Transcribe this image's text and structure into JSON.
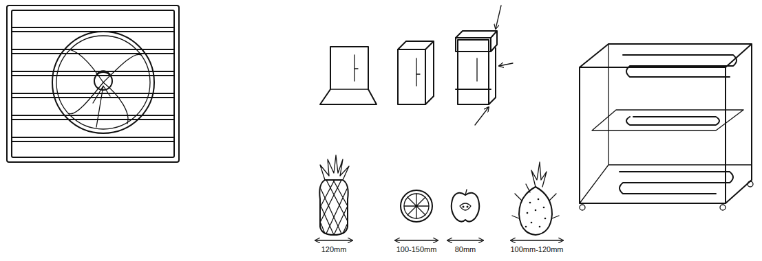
{
  "diagram": {
    "labels": [
      "120mm",
      "100-150mm",
      "80mm",
      "100mm-120mm"
    ]
  }
}
